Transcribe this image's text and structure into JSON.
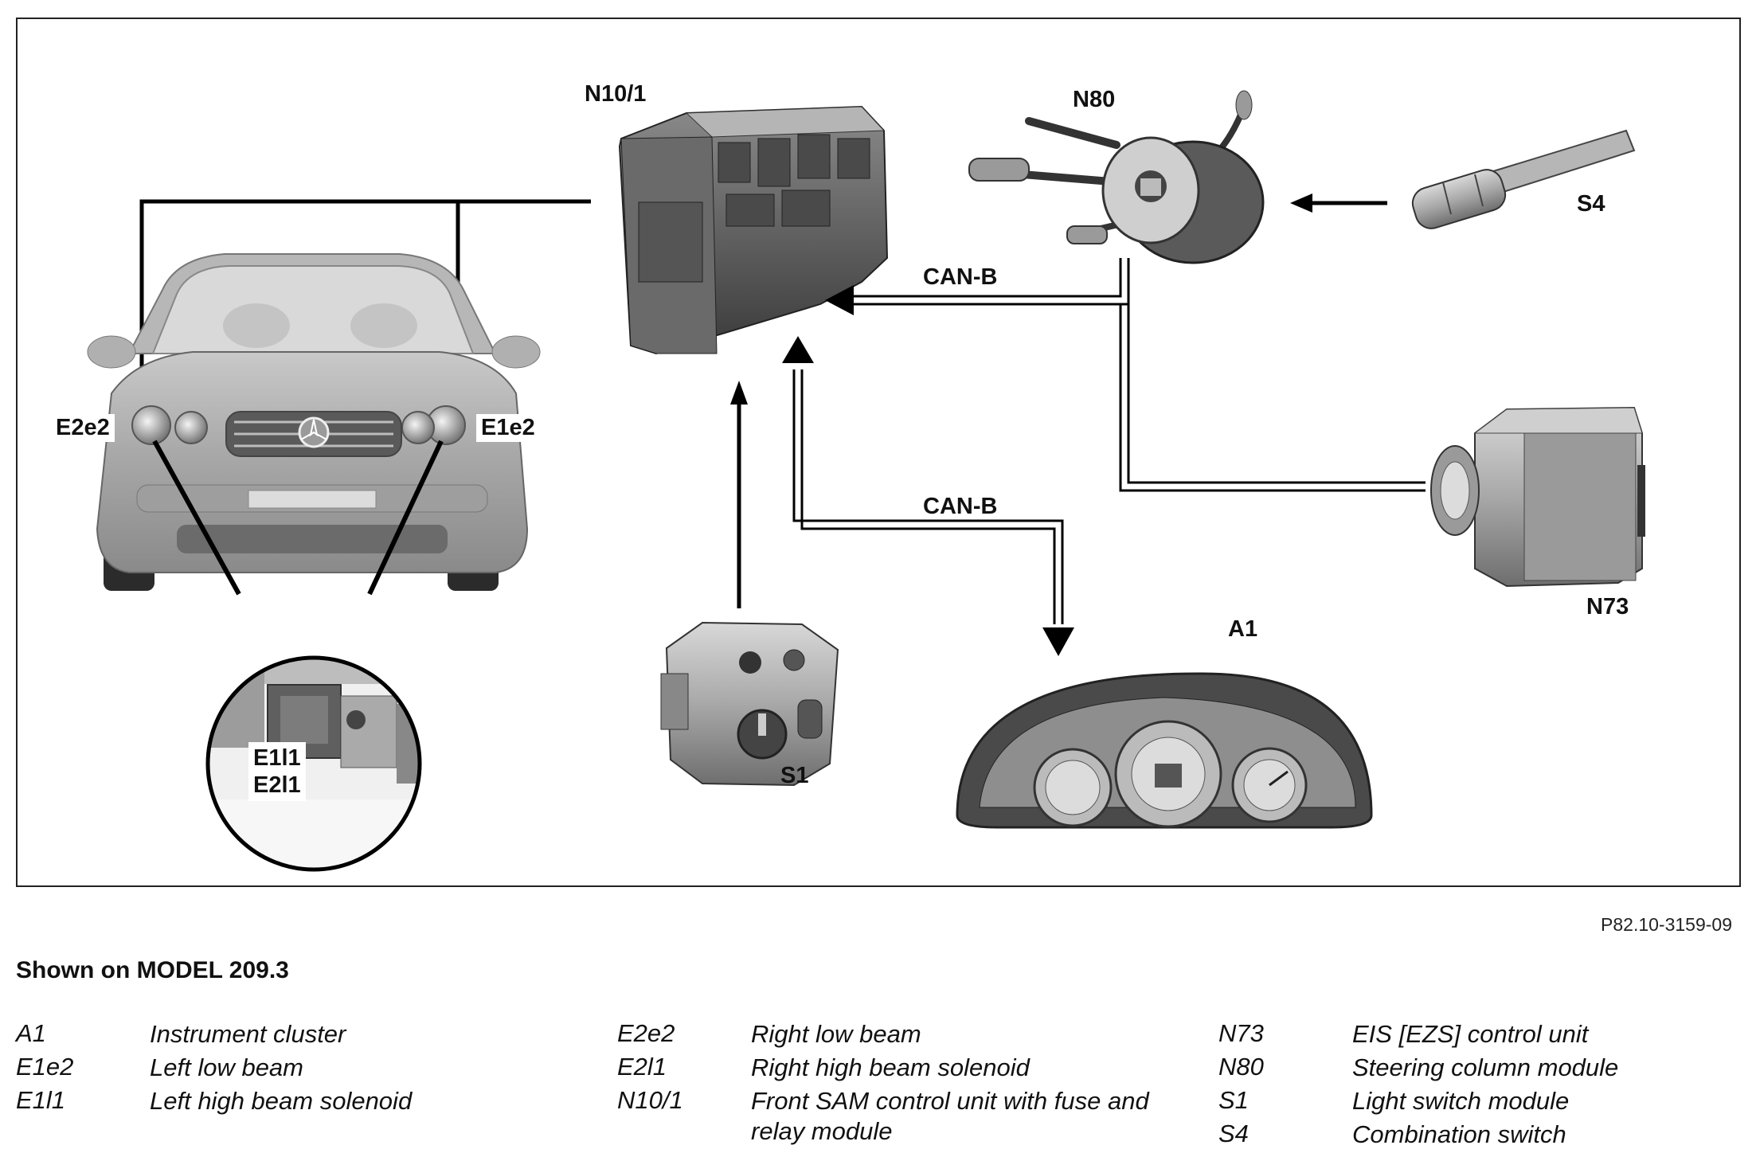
{
  "components": {
    "n10_1": "N10/1",
    "n80": "N80",
    "s4": "S4",
    "e2e2": "E2e2",
    "e1e2": "E1e2",
    "can_b_top": "CAN-B",
    "can_b_bottom": "CAN-B",
    "n73": "N73",
    "a1": "A1",
    "s1": "S1",
    "e1l1": "E1l1",
    "e2l1": "E2l1"
  },
  "figure_id": "P82.10-3159-09",
  "model_note": "Shown on MODEL 209.3",
  "legend": {
    "col1": [
      {
        "code": "A1",
        "desc": "Instrument cluster"
      },
      {
        "code": "E1e2",
        "desc": "Left low beam"
      },
      {
        "code": "E1l1",
        "desc": "Left high beam solenoid"
      }
    ],
    "col2": [
      {
        "code": "E2e2",
        "desc": "Right low beam"
      },
      {
        "code": "E2l1",
        "desc": "Right high beam solenoid"
      },
      {
        "code": "N10/1",
        "desc": "Front SAM control unit with fuse and relay module"
      }
    ],
    "col3": [
      {
        "code": "N73",
        "desc": "EIS [EZS] control unit"
      },
      {
        "code": "N80",
        "desc": "Steering column module"
      },
      {
        "code": "S1",
        "desc": "Light switch module"
      },
      {
        "code": "S4",
        "desc": "Combination switch"
      }
    ]
  }
}
